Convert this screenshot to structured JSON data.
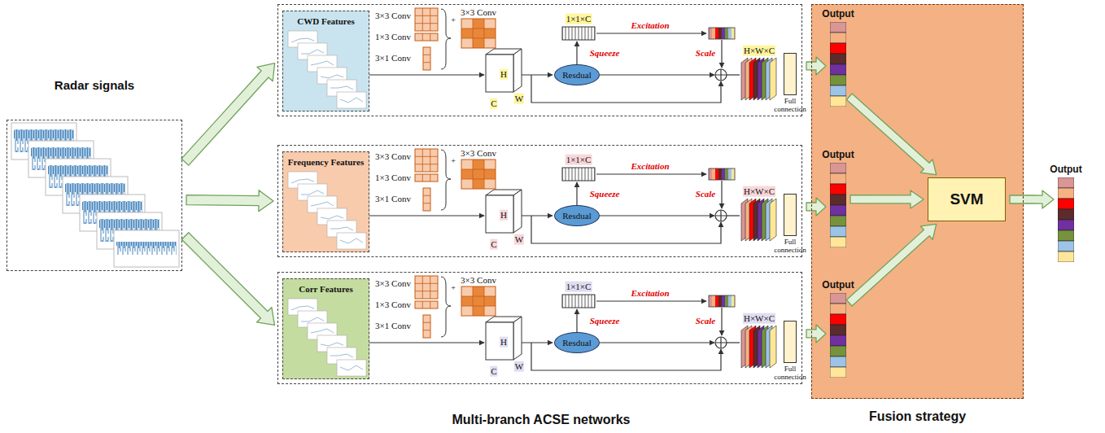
{
  "diagram": {
    "nodes": [
      {
        "text": [
          "Radar signals"
        ]
      },
      {
        "text": []
      },
      {
        "text": [
          "CWD Features"
        ],
        "in": 1
      },
      {
        "text": [
          "Resdual"
        ],
        "in": 1
      },
      {
        "text": [
          "Full connection"
        ],
        "in": 1
      },
      {
        "text": []
      },
      {
        "text": [
          "Frequency Features"
        ],
        "in": 5
      },
      {
        "text": [
          "Resdual"
        ],
        "in": 5
      },
      {
        "text": [
          "Full connection"
        ],
        "in": 5
      },
      {
        "text": []
      },
      {
        "text": [
          "Corr Features"
        ],
        "in": 9
      },
      {
        "text": [
          "Resdual"
        ],
        "in": 9
      },
      {
        "text": [
          "Full connection"
        ],
        "in": 9
      },
      {
        "text": [
          "Fusion strategy"
        ]
      },
      {
        "text": [
          "Output"
        ],
        "in": 13
      },
      {
        "text": [
          "Output"
        ],
        "in": 13
      },
      {
        "text": [
          "Output"
        ],
        "in": 13
      },
      {
        "text": [
          "SVM"
        ],
        "in": 13
      },
      {
        "text": [
          "Output"
        ]
      }
    ],
    "edges": [
      {
        "from": 0,
        "to": 1,
        "arrow": "to"
      },
      {
        "from": 0,
        "to": 5,
        "arrow": "to"
      },
      {
        "from": 0,
        "to": 9,
        "arrow": "to"
      },
      {
        "from": 1,
        "to": 14,
        "arrow": "to"
      },
      {
        "from": 5,
        "to": 15,
        "arrow": "to"
      },
      {
        "from": 9,
        "to": 16,
        "arrow": "to"
      },
      {
        "from": 14,
        "to": 17,
        "arrow": "to"
      },
      {
        "from": 15,
        "to": 17,
        "arrow": "to"
      },
      {
        "from": 16,
        "to": 17,
        "arrow": "to"
      },
      {
        "from": 17,
        "to": 18,
        "arrow": "to"
      }
    ],
    "labels": [
      "3×3 Conv",
      "1×3 Conv",
      "3×1 Conv",
      "+",
      "3×3 Conv",
      "1×1×C",
      "Excitation",
      "Squeeze",
      "Scale",
      "H",
      "W",
      "C",
      "H×W×C",
      "3×3 Conv",
      "1×3 Conv",
      "3×1 Conv",
      "+",
      "3×3 Conv",
      "1×1×C",
      "Excitation",
      "Squeeze",
      "Scale",
      "H",
      "W",
      "C",
      "H×W×C",
      "3×3 Conv",
      "1×3 Conv",
      "3×1 Conv",
      "+",
      "3×3 Conv",
      "1×1×C",
      "Excitation",
      "Squeeze",
      "Scale",
      "H",
      "W",
      "C",
      "H×W×C",
      "Multi-branch ACSE networks"
    ]
  }
}
